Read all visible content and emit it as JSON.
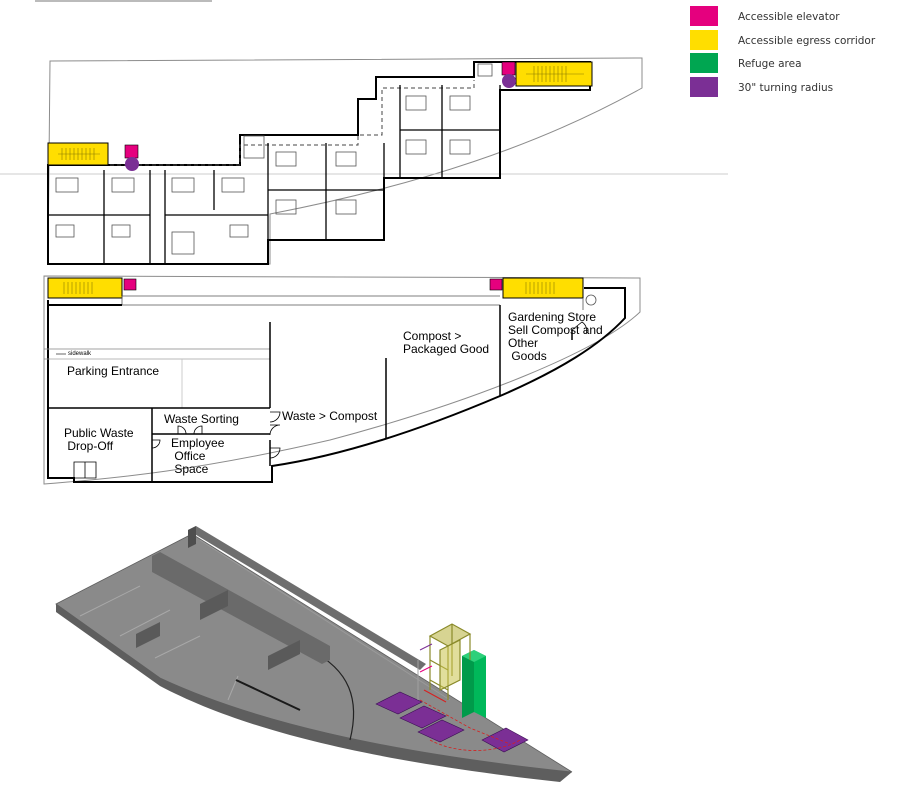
{
  "legend": {
    "items": [
      {
        "label": "Accessible elevator",
        "color": "#e5007e"
      },
      {
        "label": "Accessible egress corridor",
        "color": "#ffde00"
      },
      {
        "label": "Refuge area",
        "color": "#00a651"
      },
      {
        "label": "30\" turning radius",
        "color": "#7b2f95"
      }
    ]
  },
  "ground_floor": {
    "sidewalk": "sidewalk",
    "rooms": {
      "parking_entrance": "Parking Entrance",
      "public_waste": "Public Waste\n Drop-Off",
      "waste_sorting": "Waste Sorting",
      "employee_office": "Employee\n Office\n Space",
      "waste_compost": "Waste > Compost",
      "compost_packaged": "Compost >\nPackaged Good",
      "gardening_store": "Gardening Store\nSell Compost and\nOther\n Goods"
    }
  },
  "colors": {
    "line": "#000000",
    "thin_line": "#666666",
    "slab_top": "#8a8a8a",
    "slab_side": "#5e5e5e",
    "wall": "#6e6e6e"
  }
}
